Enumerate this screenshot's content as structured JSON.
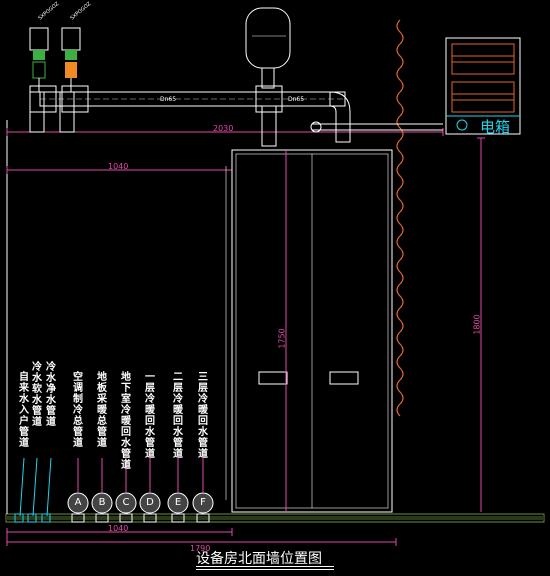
{
  "title": "设备房北面墙位置图",
  "electric_box_label": "电箱",
  "pipe_labels": [
    "Dn65",
    "Dn65"
  ],
  "dimensions": {
    "total_width": "2030",
    "left_offset_top": "1040",
    "cabinet_height": "1750",
    "right_height": "1800",
    "bottom_total": "1790",
    "bottom_left": "1040"
  },
  "pipe_descriptions": [
    {
      "text": "自来水入户管道",
      "marker": ""
    },
    {
      "text": "冷水软水管道",
      "marker": ""
    },
    {
      "text": "冷水净水管道",
      "marker": ""
    },
    {
      "text": "空调制冷总管道",
      "marker": "A"
    },
    {
      "text": "地板采暖总管道",
      "marker": "B"
    },
    {
      "text": "地下室冷暖回水管道",
      "marker": "C"
    },
    {
      "text": "一层冷暖回水管道",
      "marker": "D"
    },
    {
      "text": "二层冷暖回水管道",
      "marker": "E"
    },
    {
      "text": "三层冷暖回水管道",
      "marker": "F"
    }
  ],
  "colors": {
    "background": "#000000",
    "lines": "#ffffff",
    "dimension": "#e24aa8",
    "valve_green": "#3cb043",
    "valve_orange": "#f08a24",
    "electric": "#22d3ee",
    "panel": "#e0672a",
    "floor": "#6b8f3a"
  }
}
